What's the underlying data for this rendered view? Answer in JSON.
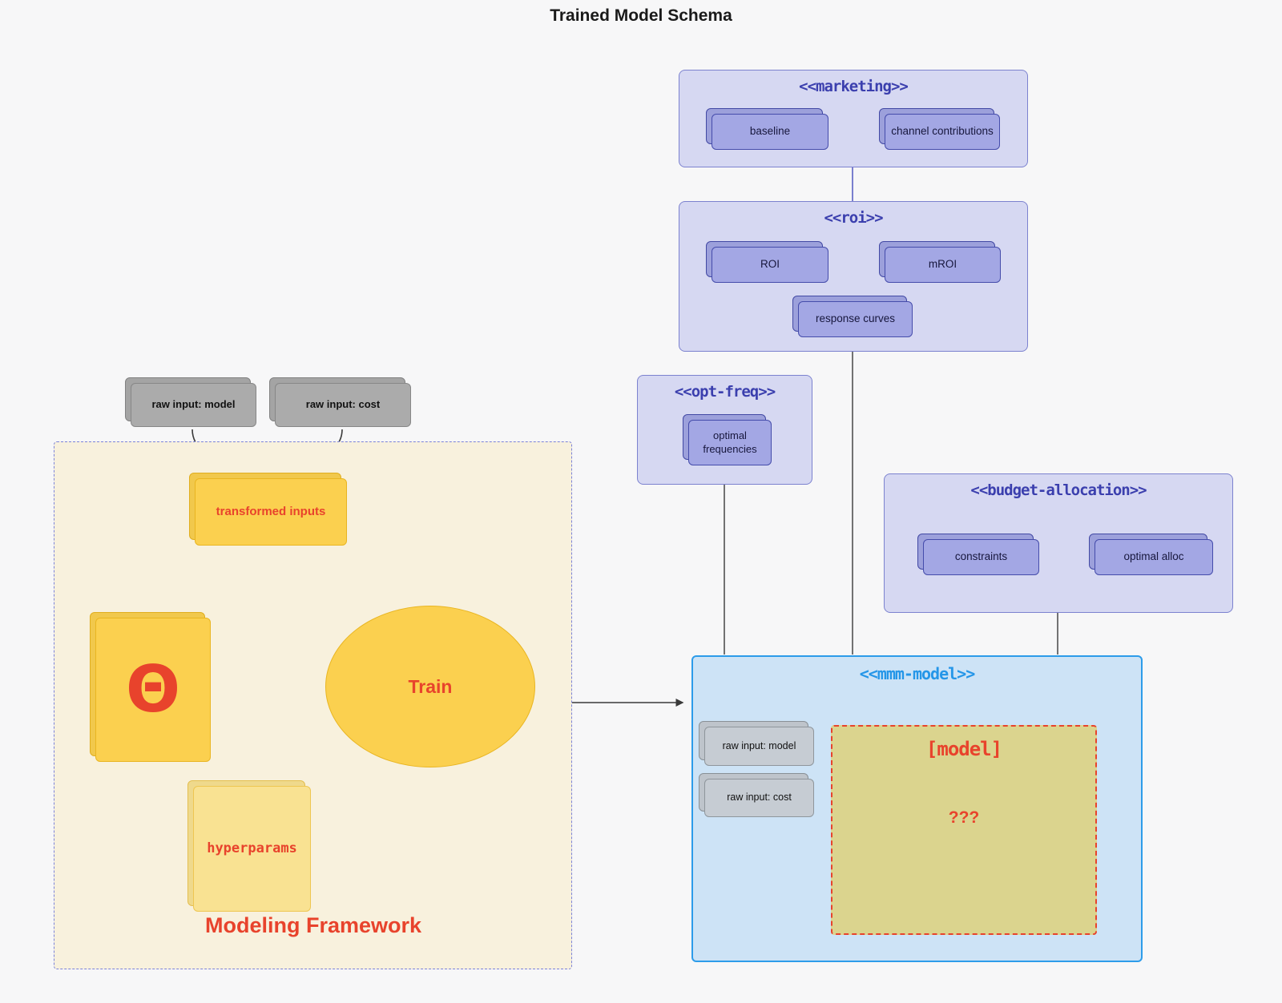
{
  "title": "Trained Model Schema",
  "inputs": {
    "model": "raw input: model",
    "cost": "raw input: cost"
  },
  "framework": {
    "label": "Modeling Framework",
    "transformed_inputs": "transformed inputs",
    "theta": "Θ",
    "train": "Train",
    "hyperparams": "hyperparams"
  },
  "marketing": {
    "title": "<<marketing>>",
    "baseline": "baseline",
    "channel_contributions": "channel contributions"
  },
  "roi": {
    "title": "<<roi>>",
    "roi": "ROI",
    "mroi": "mROI",
    "response_curves": "response curves"
  },
  "opt_freq": {
    "title": "<<opt-freq>>",
    "optimal_frequencies": "optimal frequencies"
  },
  "budget": {
    "title": "<<budget-allocation>>",
    "constraints": "constraints",
    "optimal_alloc": "optimal alloc"
  },
  "mmm": {
    "title": "<<mmm-model>>",
    "raw_model": "raw input: model",
    "raw_cost": "raw input: cost",
    "model_label": "[model]",
    "unknown": "???"
  },
  "colors": {
    "accent_red": "#e8432c",
    "yellow_fill": "#fbd04f",
    "yellow_border": "#e9b521",
    "purple_node_fill": "#a3a7e4",
    "purple_node_border": "#454cab",
    "container_fill": "#d6d8f2",
    "container_border": "#7c82cf",
    "container_title": "#3b3fae",
    "mmm_fill": "#cde3f6",
    "mmm_border": "#2d9cea",
    "mmm_title": "#2596e8",
    "framework_fill": "#f8f1dd",
    "model_box_fill": "#dbd48e",
    "gray_node_fill": "#ababab",
    "background": "#f7f7f8",
    "line_dark": "#3a3a3a",
    "line_purple": "#5b61c4"
  }
}
